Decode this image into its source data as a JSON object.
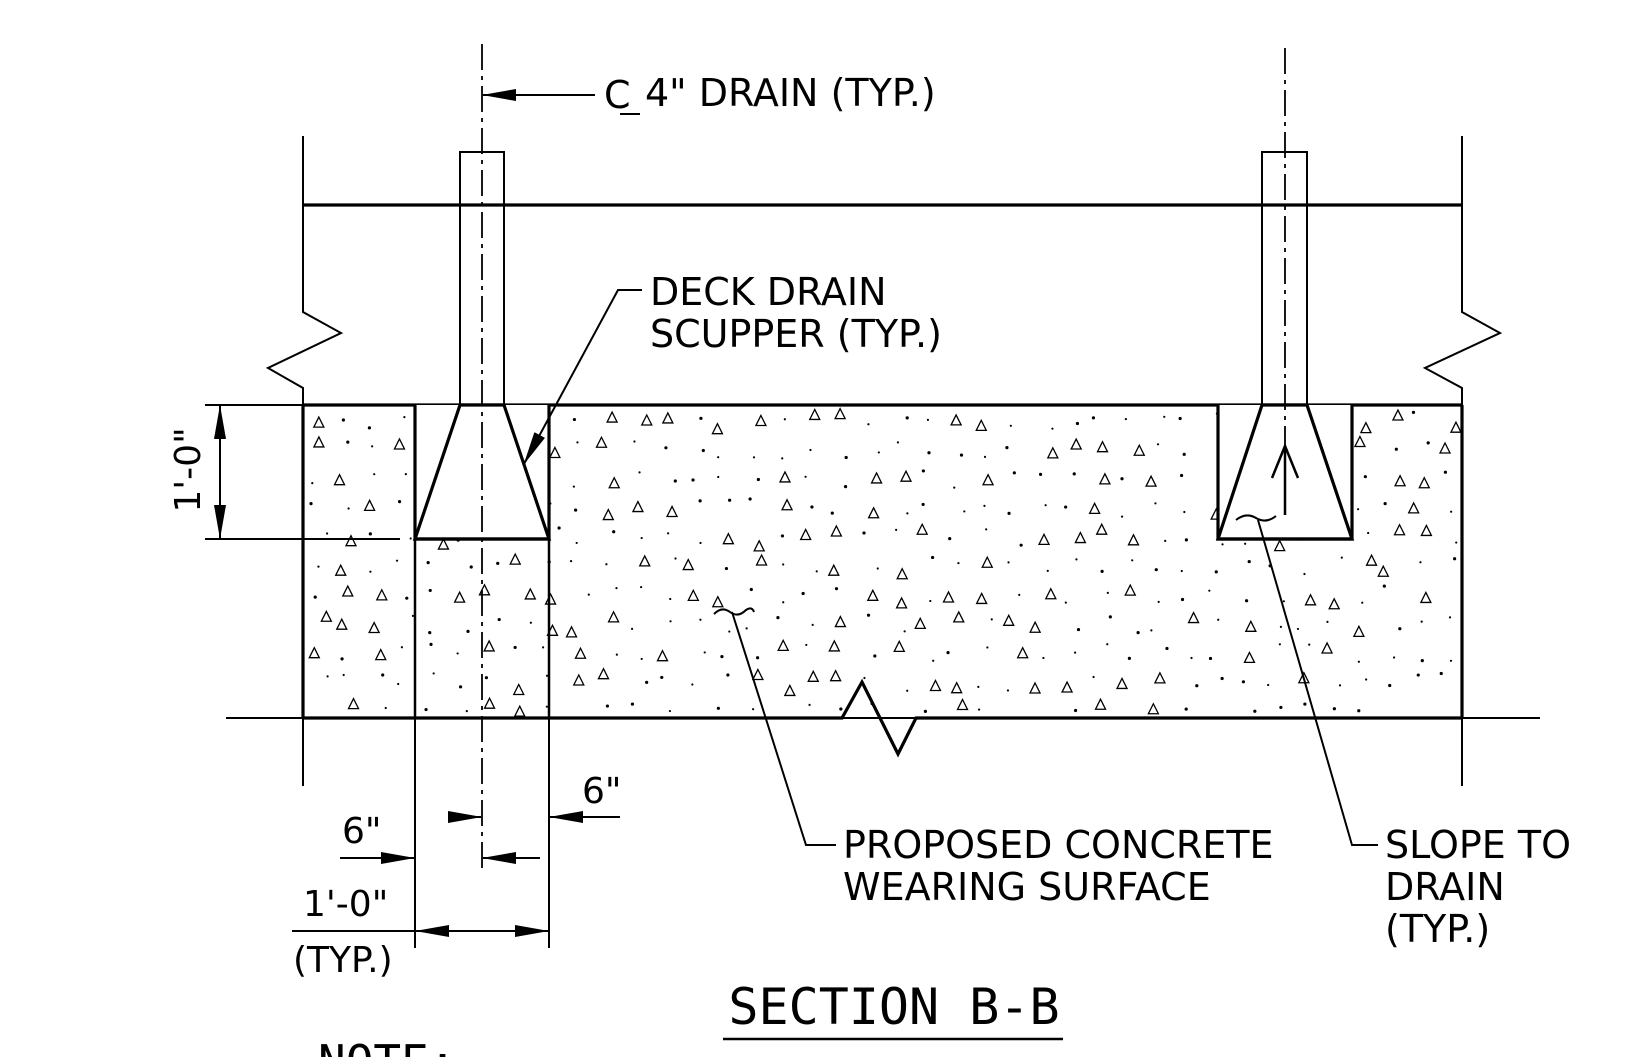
{
  "drawing": {
    "title": "SECTION B-B",
    "note_heading": "NOTE:",
    "labels": {
      "centerline_symbol": "C",
      "drain": "4\" DRAIN (TYP.)",
      "scupper_line1": "DECK DRAIN",
      "scupper_line2": "SCUPPER (TYP.)",
      "concrete_line1": "PROPOSED CONCRETE",
      "concrete_line2": "WEARING SURFACE",
      "slope_line1": "SLOPE TO",
      "slope_line2": "DRAIN",
      "slope_line3": "(TYP.)"
    },
    "dimensions": {
      "depth": "1'-0\"",
      "left_offset": "6\"",
      "right_offset": "6\"",
      "width": "1'-0\"",
      "width_note": "(TYP.)"
    }
  }
}
